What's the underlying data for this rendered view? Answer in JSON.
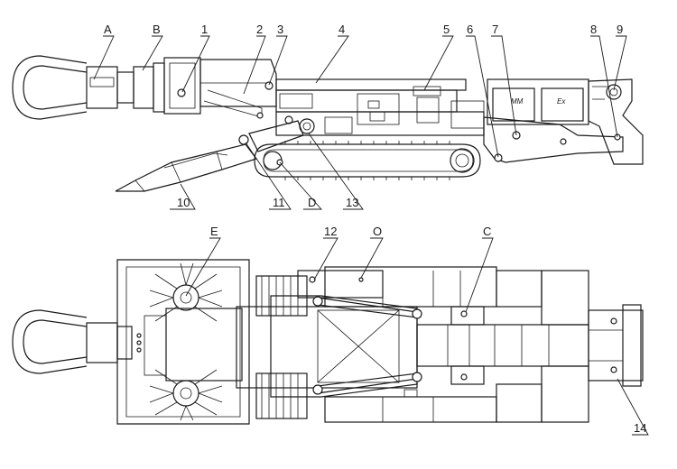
{
  "labels": [
    "A",
    "B",
    "1",
    "2",
    "3",
    "4",
    "5",
    "6",
    "7",
    "8",
    "9",
    "10",
    "11",
    "D",
    "13",
    "E",
    "12",
    "O",
    "C",
    "14"
  ],
  "side_view": {
    "plates": [
      "MM",
      "Ex"
    ]
  }
}
